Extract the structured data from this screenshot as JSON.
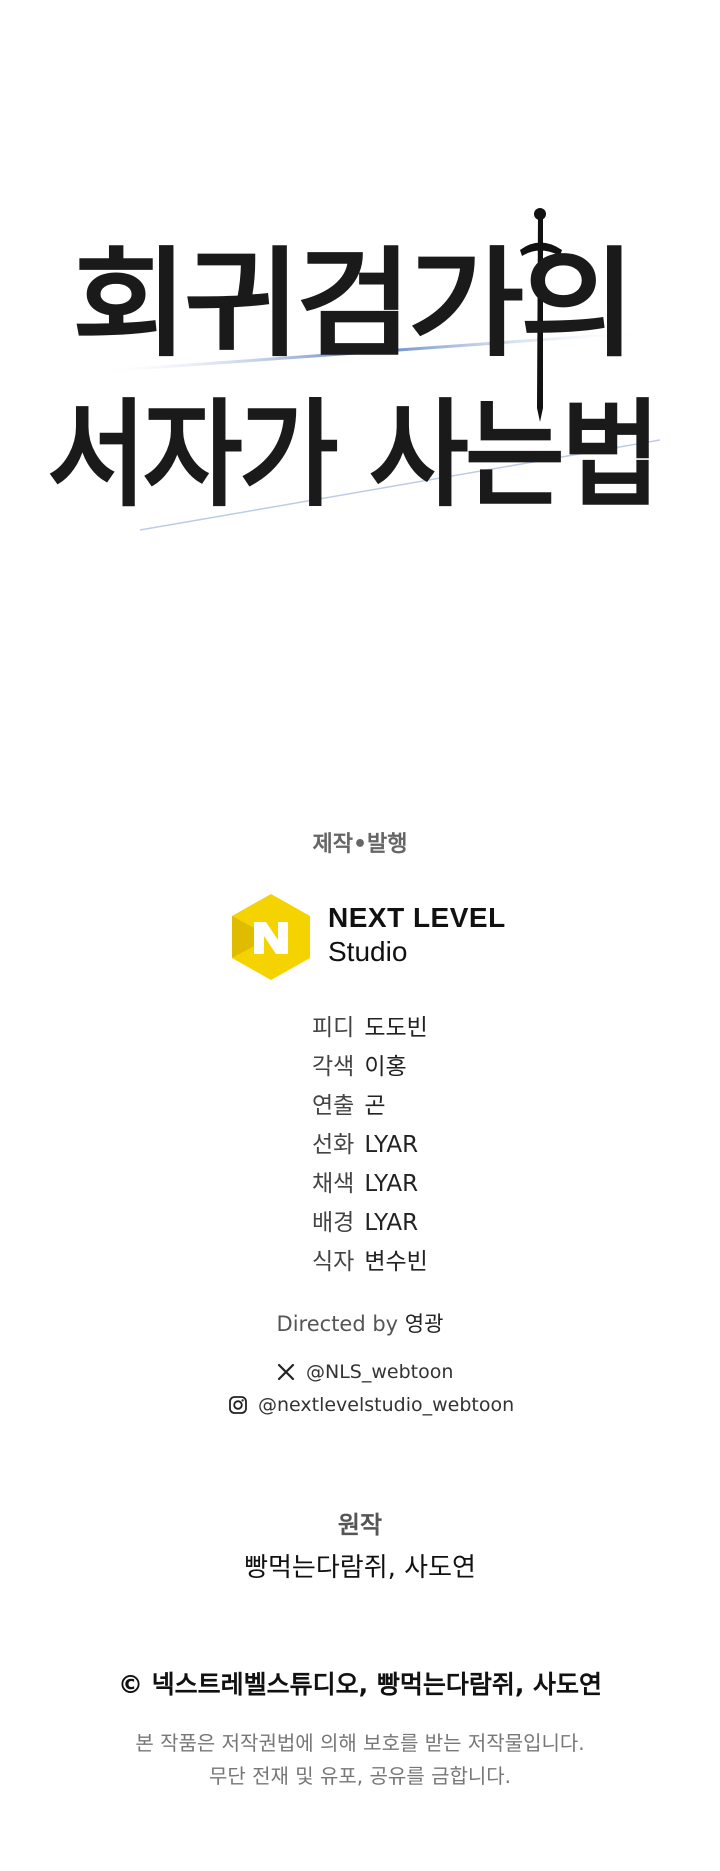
{
  "title_logo": {
    "line1": "회귀검가의",
    "line2": "서자가 사는법"
  },
  "production_label": "제작•발행",
  "studio": {
    "name_line1": "NEXT LEVEL",
    "name_line2": "Studio",
    "brand_color": "#F5D300"
  },
  "credits": [
    {
      "role": "피디",
      "name": "도도빈"
    },
    {
      "role": "각색",
      "name": "이홍"
    },
    {
      "role": "연출",
      "name": "곤"
    },
    {
      "role": "선화",
      "name": "LYAR"
    },
    {
      "role": "채색",
      "name": "LYAR"
    },
    {
      "role": "배경",
      "name": "LYAR"
    },
    {
      "role": "식자",
      "name": "변수빈"
    }
  ],
  "directed": {
    "prefix": "Directed by",
    "name": "영광"
  },
  "social": {
    "x_handle": "@NLS_webtoon",
    "instagram_handle": "@nextlevelstudio_webtoon",
    "x_icon": "x-logo-icon",
    "instagram_icon": "instagram-icon"
  },
  "original": {
    "label": "원작",
    "authors": "빵먹는다람쥐, 사도연"
  },
  "copyright": "© 넥스트레벨스튜디오, 빵먹는다람쥐, 사도연",
  "notice": {
    "line1": "본 작품은 저작권법에 의해 보호를 받는 저작물입니다.",
    "line2": "무단 전재 및 유포, 공유를 금합니다."
  }
}
